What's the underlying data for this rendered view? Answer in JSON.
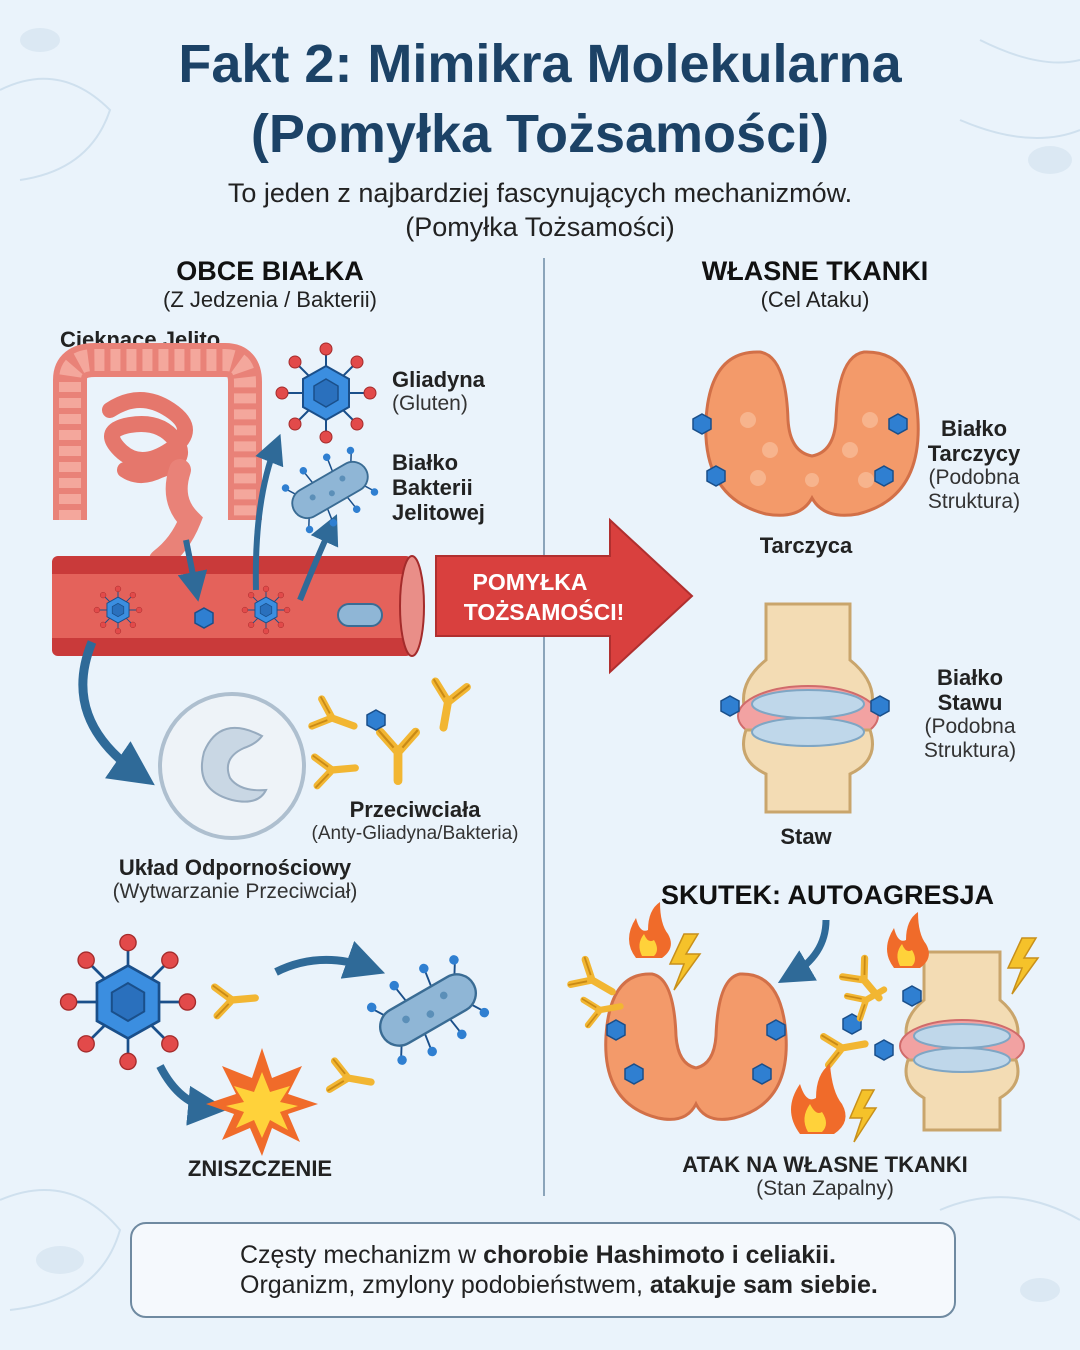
{
  "title": {
    "line1": "Fakt 2: Mimikra Molekularna",
    "line2": "(Pomyłka Tożsamości)"
  },
  "subtitle": {
    "line1": "To jeden z najbardziej fascynujących mechanizmów.",
    "line2": "(Pomyłka Tożsamości)"
  },
  "left_column": {
    "heading": "OBCE BIAŁKA",
    "subheading": "(Z Jedzenia / Bakterii)",
    "leaky_gut": "Cieknące Jelito",
    "gliadin": {
      "name": "Gliadyna",
      "note": "(Gluten)"
    },
    "bacteria_protein": {
      "line1": "Białko",
      "line2": "Bakterii",
      "line3": "Jelitowej"
    },
    "antibodies": {
      "name": "Przeciwciała",
      "note": "(Anty-Gliadyna/Bakteria)"
    },
    "immune_system": {
      "name": "Układ Odpornościowy",
      "note": "(Wytwarzanie Przeciwciał)"
    },
    "destruction": "ZNISZCZENIE"
  },
  "mistake_arrow": {
    "line1": "POMYŁKA",
    "line2": "TOŻSAMOŚCI!"
  },
  "right_column": {
    "heading": "WŁASNE TKANKI",
    "subheading": "(Cel Ataku)",
    "thyroid": {
      "name": "Tarczyca",
      "protein_line1": "Białko",
      "protein_line2": "Tarczycy",
      "protein_line3": "(Podobna",
      "protein_line4": "Struktura)"
    },
    "joint": {
      "name": "Staw",
      "protein_line1": "Białko",
      "protein_line2": "Stawu",
      "protein_line3": "(Podobna",
      "protein_line4": "Struktura)"
    },
    "effect_heading": "SKUTEK: AUTOAGRESJA",
    "attack": {
      "name": "ATAK NA WŁASNE TKANKI",
      "note": "(Stan Zapalny)"
    }
  },
  "callout": {
    "line1_prefix": "Częsty mechanizm w ",
    "line1_bold": "chorobie Hashimoto i celiakii.",
    "line2_prefix": "Organizm, zmylony podobieństwem, ",
    "line2_bold": "atakuje sam siebie."
  },
  "colors": {
    "title": "#1c4266",
    "accent_red": "#d9403e",
    "protein_blue": "#2f7fd1",
    "antibody_yellow": "#f2b632",
    "tissue_orange": "#f39a6a",
    "vessel_red": "#c93a3a",
    "flow_arrow": "#2f6a98"
  },
  "icons": [
    "warning-icon",
    "flame-icon",
    "lightning-icon",
    "virus-icon",
    "bacteria-icon",
    "antibody-icon",
    "immune-cell-icon",
    "thyroid-icon",
    "joint-icon",
    "intestine-icon",
    "blood-vessel-icon",
    "explosion-icon"
  ]
}
